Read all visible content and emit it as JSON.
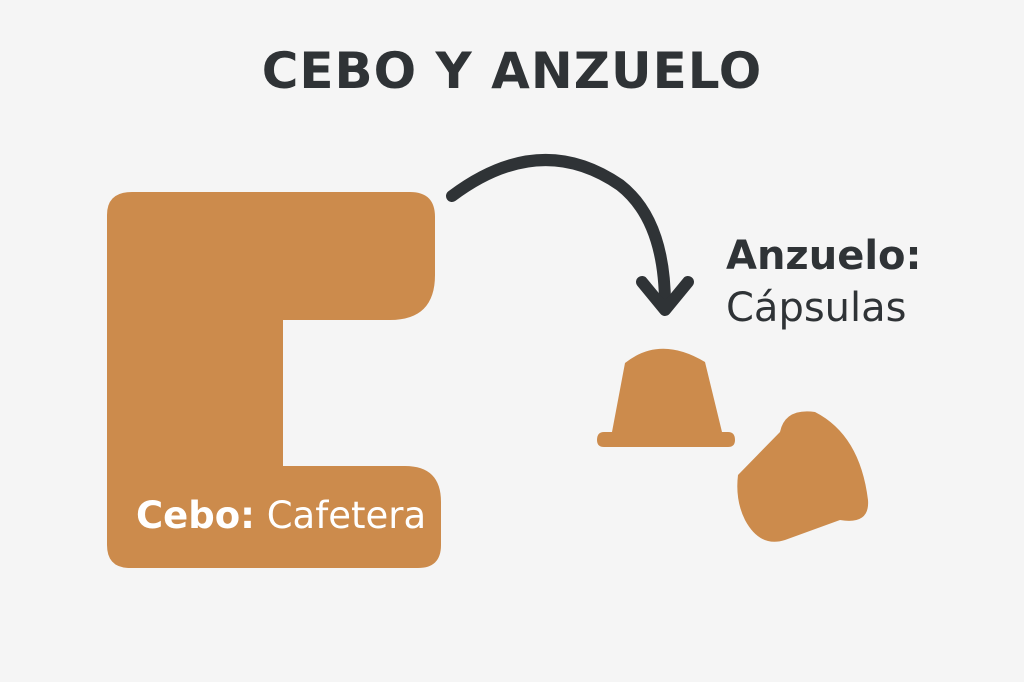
{
  "title": "CEBO Y ANZUELO",
  "bait": {
    "label_bold": "Cebo:",
    "label_rest": "Cafetera"
  },
  "hook": {
    "line1": "Anzuelo:",
    "line2": "Cápsulas"
  },
  "colors": {
    "accent": "#CC8B4C",
    "text": "#2F3336",
    "background": "#F5F5F5"
  },
  "icons": [
    "coffee-machine-icon",
    "curved-arrow-icon",
    "capsule-icon",
    "capsule-tilted-icon"
  ]
}
